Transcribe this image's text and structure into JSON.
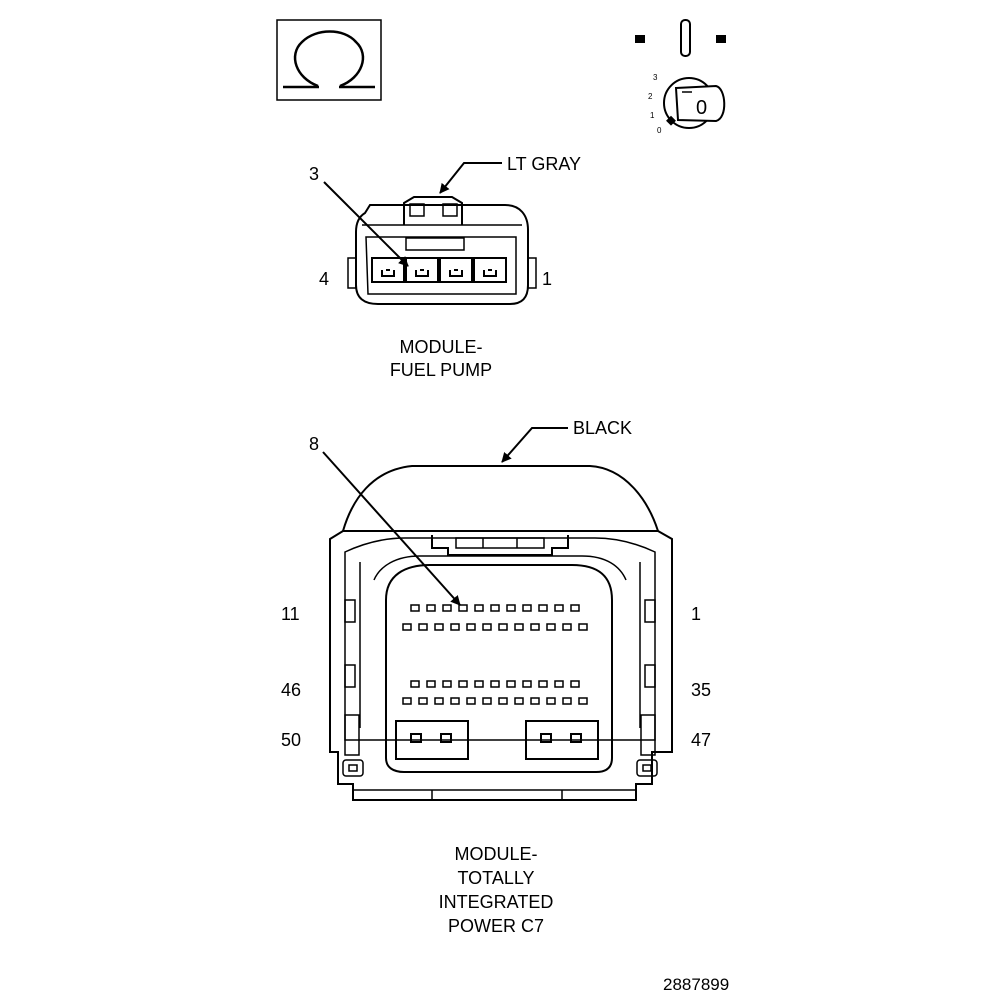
{
  "symbols": {
    "omega_icon": "omega-icon",
    "ignition_icon": "ignition-key-icon",
    "ignition": {
      "positions": [
        "3",
        "2",
        "1",
        "0"
      ],
      "key_label": "0"
    }
  },
  "fuel_pump_connector": {
    "color_label": "LT GRAY",
    "pin_callout": "3",
    "pin_left": "4",
    "pin_right": "1",
    "caption_line1": "MODULE-",
    "caption_line2": "FUEL PUMP"
  },
  "tipm_connector": {
    "color_label": "BLACK",
    "pin_callout": "8",
    "pin_row1_left": "11",
    "pin_row1_right": "1",
    "pin_row2_left": "46",
    "pin_row2_right": "35",
    "pin_row3_left": "50",
    "pin_row3_right": "47",
    "caption_line1": "MODULE-",
    "caption_line2": "TOTALLY",
    "caption_line3": "INTEGRATED",
    "caption_line4": "POWER C7"
  },
  "figure_number": "2887899"
}
